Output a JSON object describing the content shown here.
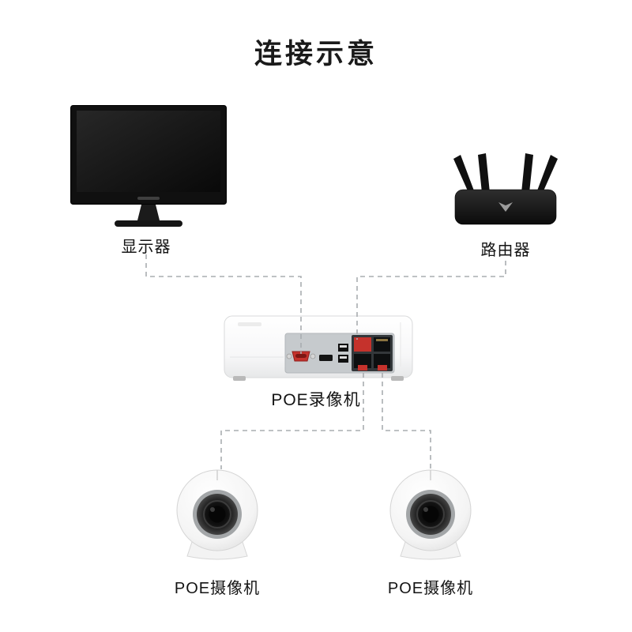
{
  "title": "连接示意",
  "diagram": {
    "monitor": {
      "label": "显示器"
    },
    "router": {
      "label": "路由器"
    },
    "recorder": {
      "label": "POE录像机"
    },
    "camera_left": {
      "label": "POE摄像机"
    },
    "camera_right": {
      "label": "POE摄像机"
    }
  },
  "colors": {
    "port_red": "#c5322c",
    "connector_gray": "#a9adb0"
  }
}
